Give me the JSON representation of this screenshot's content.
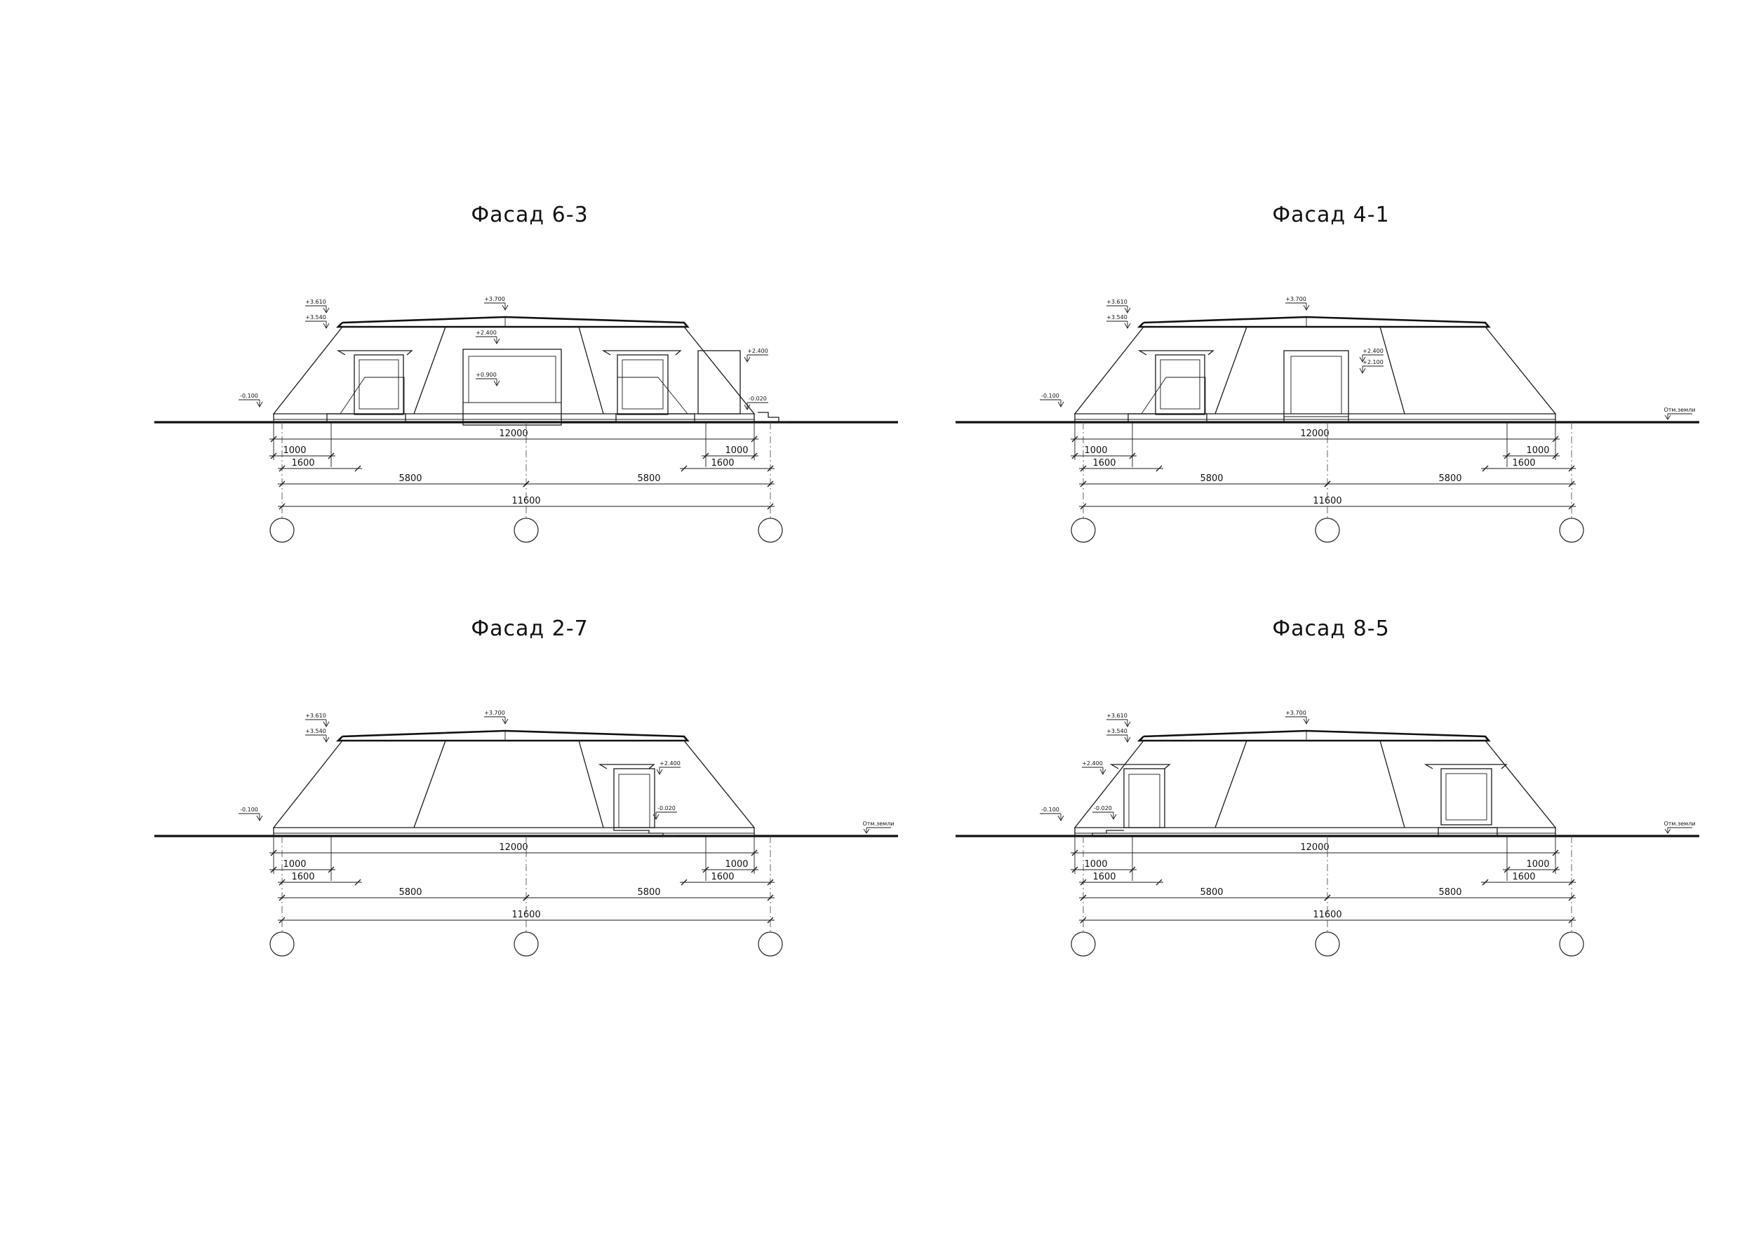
{
  "facades": [
    {
      "key": "f63",
      "title": "Фасад 6-3",
      "levels": {
        "ridge": "+3.700",
        "eave_top": "+3.610",
        "eave": "+3.540",
        "opening_top": "+2.400",
        "sill": "+0.900",
        "plinth": "-0.100",
        "step": "-0.020"
      },
      "ground_label": "",
      "dims": {
        "total": "12000",
        "left_small": "1000",
        "left_mid": "1600",
        "right_small": "1000",
        "right_mid": "1600",
        "half_left": "5800",
        "half_right": "5800",
        "axes": "11600"
      }
    },
    {
      "key": "f41",
      "title": "Фасад 4-1",
      "levels": {
        "ridge": "+3.700",
        "eave_top": "+3.610",
        "eave": "+3.540",
        "opening_top": "+2.400",
        "door_top": "+2.100",
        "plinth": "-0.100"
      },
      "ground_label": "Отм.земли",
      "dims": {
        "total": "12000",
        "left_small": "1000",
        "left_mid": "1600",
        "right_small": "1000",
        "right_mid": "1600",
        "half_left": "5800",
        "half_right": "5800",
        "axes": "11600"
      }
    },
    {
      "key": "f27",
      "title": "Фасад 2-7",
      "levels": {
        "ridge": "+3.700",
        "eave_top": "+3.610",
        "eave": "+3.540",
        "opening_top": "+2.400",
        "plinth": "-0.100",
        "step": "-0.020"
      },
      "ground_label": "Отм.земли",
      "dims": {
        "total": "12000",
        "left_small": "1000",
        "left_mid": "1600",
        "right_small": "1000",
        "right_mid": "1600",
        "half_left": "5800",
        "half_right": "5800",
        "axes": "11600"
      }
    },
    {
      "key": "f85",
      "title": "Фасад 8-5",
      "levels": {
        "ridge": "+3.700",
        "eave_top": "+3.610",
        "eave": "+3.540",
        "opening_top": "+2.400",
        "plinth": "-0.100",
        "step": "-0.020"
      },
      "ground_label": "Отм.земли",
      "dims": {
        "total": "12000",
        "left_small": "1000",
        "left_mid": "1600",
        "right_small": "1000",
        "right_mid": "1600",
        "half_left": "5800",
        "half_right": "5800",
        "axes": "11600"
      }
    }
  ],
  "colors": {
    "line": "#1a1a1a",
    "background": "#ffffff"
  }
}
